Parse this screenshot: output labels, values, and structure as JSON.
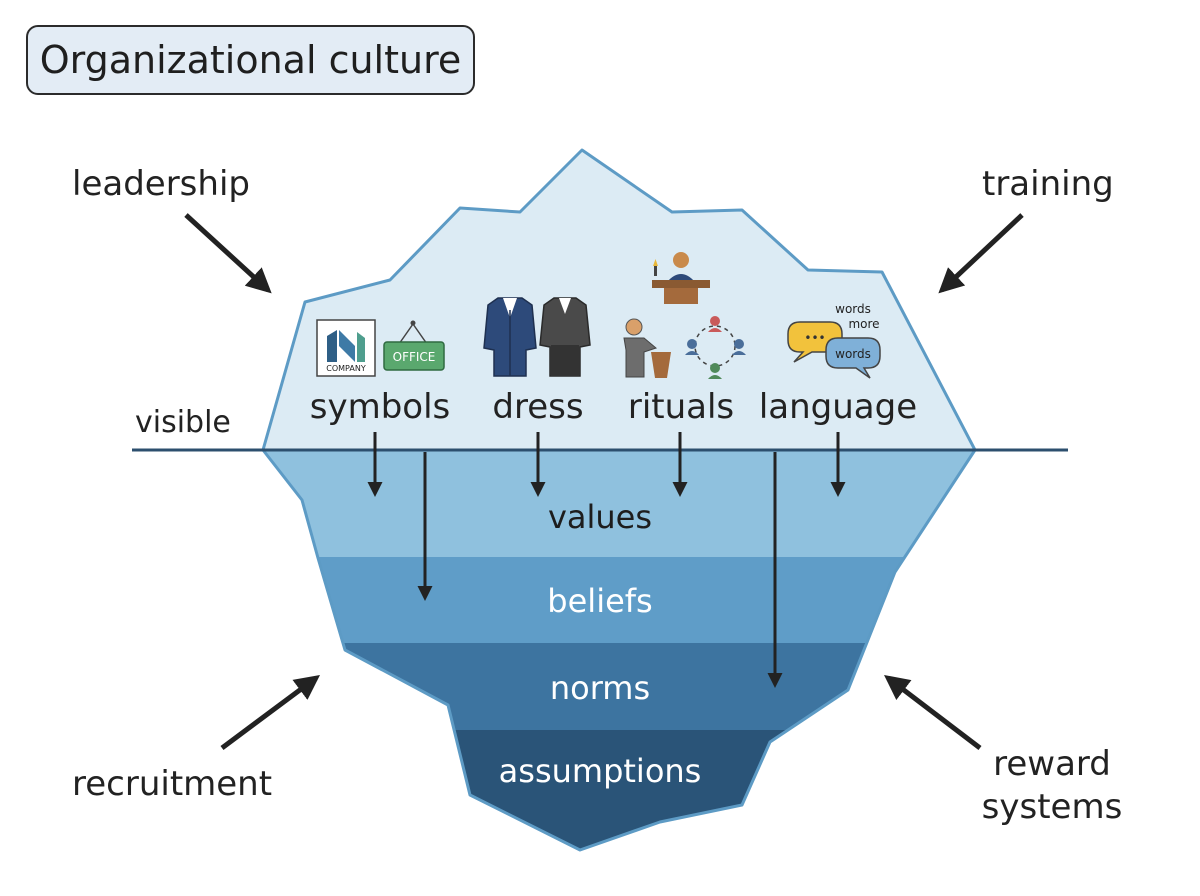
{
  "title": "Organizational culture",
  "influences": {
    "leadership": "leadership",
    "training": "training",
    "recruitment": "recruitment",
    "reward_line1": "reward",
    "reward_line2": "systems"
  },
  "waterline_label": "visible",
  "visible_artifacts": {
    "symbols": "symbols",
    "dress": "dress",
    "rituals": "rituals",
    "language": "language"
  },
  "icon_text": {
    "company": "COMPANY",
    "office": "OFFICE",
    "words1": "words",
    "more": "more",
    "words2": "words",
    "ellipsis": "•••"
  },
  "layers": {
    "values": "values",
    "beliefs": "beliefs",
    "norms": "norms",
    "assumptions": "assumptions"
  },
  "colors": {
    "tip": "#dcebf4",
    "values": "#8fc1de",
    "beliefs": "#5f9dc8",
    "norms": "#3d74a0",
    "assumptions": "#2a5478",
    "outline": "#5d9bc5",
    "waterline": "#2c4f6e"
  }
}
